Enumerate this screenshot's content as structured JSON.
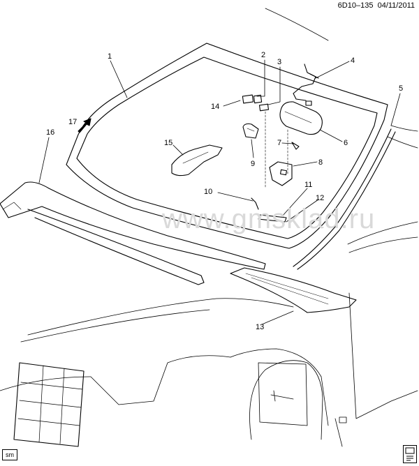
{
  "header": {
    "diagram_code": "6D10–135",
    "date": "04/11/2011"
  },
  "watermark": "www.gmsklad.ru",
  "footer": {
    "sm_label": "sm"
  },
  "corner_icon": "document-stamp-icon",
  "callouts": [
    {
      "id": "1",
      "label": "1"
    },
    {
      "id": "2",
      "label": "2"
    },
    {
      "id": "3",
      "label": "3"
    },
    {
      "id": "4",
      "label": "4"
    },
    {
      "id": "5",
      "label": "5"
    },
    {
      "id": "6",
      "label": "6"
    },
    {
      "id": "7",
      "label": "7"
    },
    {
      "id": "8",
      "label": "8"
    },
    {
      "id": "9",
      "label": "9"
    },
    {
      "id": "10",
      "label": "10"
    },
    {
      "id": "11",
      "label": "11"
    },
    {
      "id": "12",
      "label": "12"
    },
    {
      "id": "13",
      "label": "13"
    },
    {
      "id": "14",
      "label": "14"
    },
    {
      "id": "15",
      "label": "15"
    },
    {
      "id": "16",
      "label": "16"
    },
    {
      "id": "17",
      "label": "17"
    }
  ]
}
